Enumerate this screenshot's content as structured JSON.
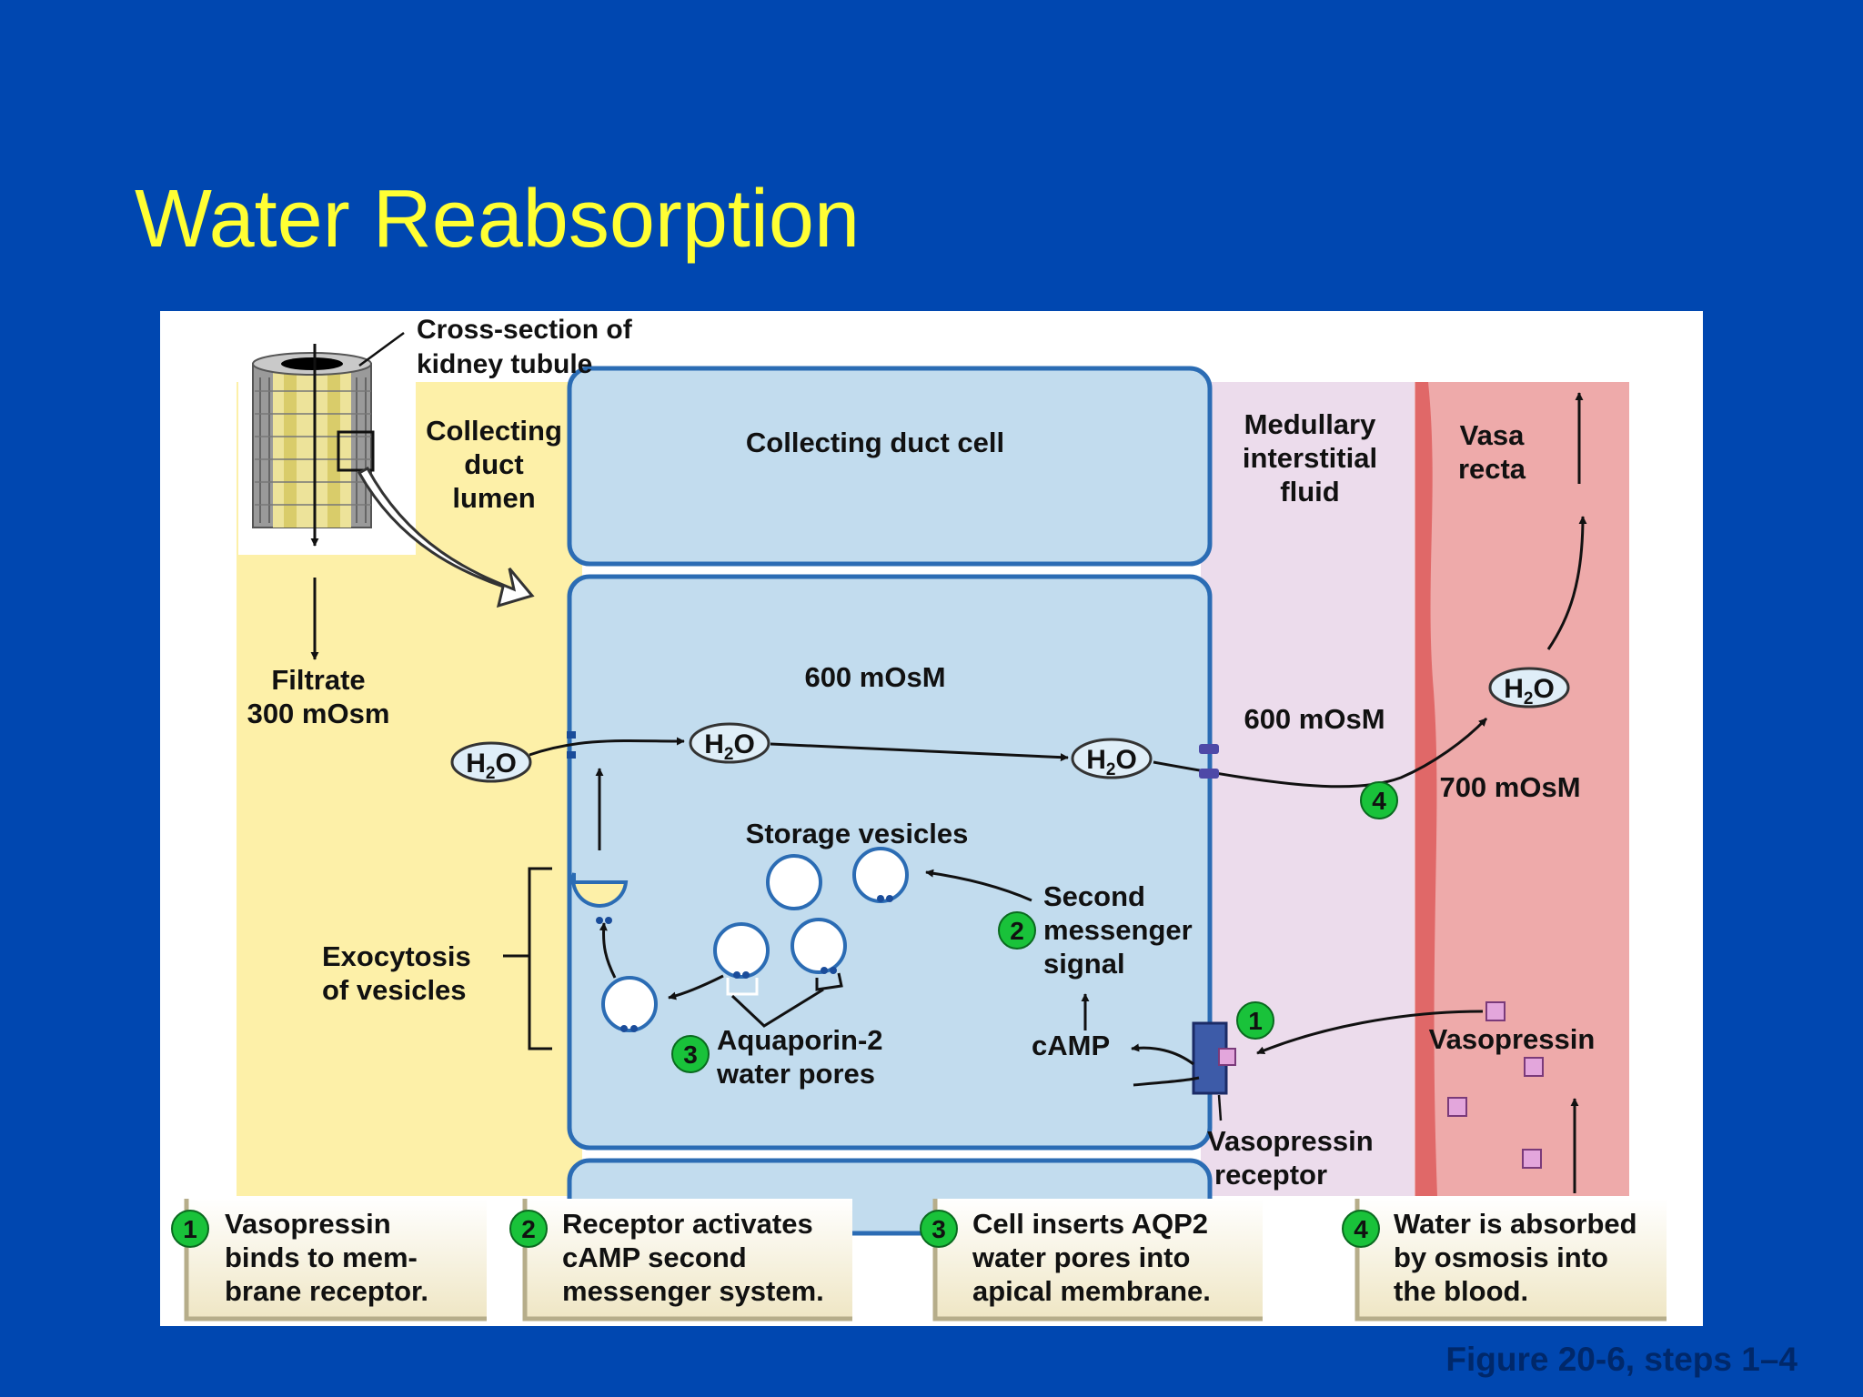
{
  "title": "Water Reabsorption",
  "caption": "Figure 20-6, steps 1–4",
  "colors": {
    "background": "#0047b0",
    "title": "#ffff33",
    "lumen": "#fdf0a8",
    "cell": "#c2dcee",
    "interstitial": "#ecdcec",
    "blood": "#eeaaaa",
    "step_badge": "#19c23a"
  },
  "labels": {
    "cross_section_1": "Cross-section of",
    "cross_section_2": "kidney tubule",
    "lumen_1": "Collecting",
    "lumen_2": "duct",
    "lumen_3": "lumen",
    "cell": "Collecting duct cell",
    "medullary_1": "Medullary",
    "medullary_2": "interstitial",
    "medullary_3": "fluid",
    "vasa_1": "Vasa",
    "vasa_2": "recta",
    "filtrate_1": "Filtrate",
    "filtrate_2": "300 mOsm",
    "cell_osm": "600 mOsM",
    "interstitial_osm": "600 mOsM",
    "blood_osm": "700 mOsM",
    "storage": "Storage vesicles",
    "exocytosis_1": "Exocytosis",
    "exocytosis_2": "of vesicles",
    "second_1": "Second",
    "second_2": "messenger",
    "second_3": "signal",
    "camp": "cAMP",
    "aquaporin_1": "Aquaporin-2",
    "aquaporin_2": "water pores",
    "receptor_1": "Vasopressin",
    "receptor_2": "receptor",
    "vasopressin": "Vasopressin",
    "h2o_main": "H",
    "h2o_sub": "2",
    "h2o_end": "O"
  },
  "markers": {
    "step1": "1",
    "step2": "2",
    "step3": "3",
    "step4": "4"
  },
  "steps": [
    {
      "number": "1",
      "line1": "Vasopressin",
      "line2": "binds to mem-",
      "line3": "brane receptor."
    },
    {
      "number": "2",
      "line1": "Receptor activates",
      "line2": "cAMP second",
      "line3": "messenger system."
    },
    {
      "number": "3",
      "line1": "Cell inserts AQP2",
      "line2": "water pores into",
      "line3": "apical membrane."
    },
    {
      "number": "4",
      "line1": "Water is absorbed",
      "line2": "by osmosis into",
      "line3": "the blood."
    }
  ]
}
